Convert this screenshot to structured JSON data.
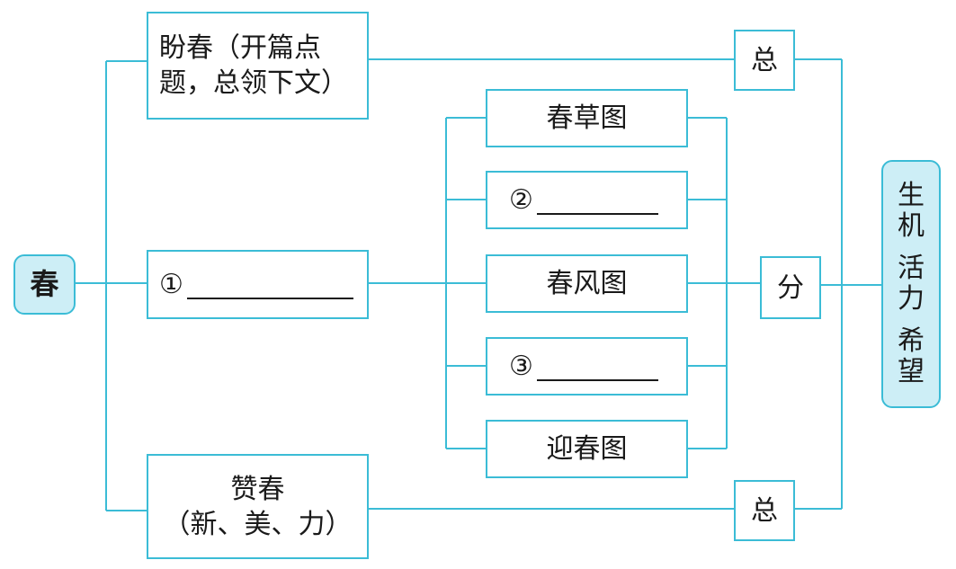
{
  "root": "春",
  "branches": [
    {
      "text": "盼春（开篇点题，总领下文）"
    },
    {
      "marker": "①"
    },
    {
      "line1": "赞春",
      "line2": "（新、美、力）"
    }
  ],
  "pictures": [
    {
      "text": "春草图"
    },
    {
      "marker": "②"
    },
    {
      "text": "春风图"
    },
    {
      "marker": "③"
    },
    {
      "text": "迎春图"
    }
  ],
  "structure_labels": {
    "top": "总",
    "middle": "分",
    "bottom": "总"
  },
  "theme": {
    "line1": "生机",
    "line2": "活力",
    "line3": "希望"
  },
  "colors": {
    "line": "#3bbcd6",
    "highlight_fill": "#cdeef6"
  }
}
